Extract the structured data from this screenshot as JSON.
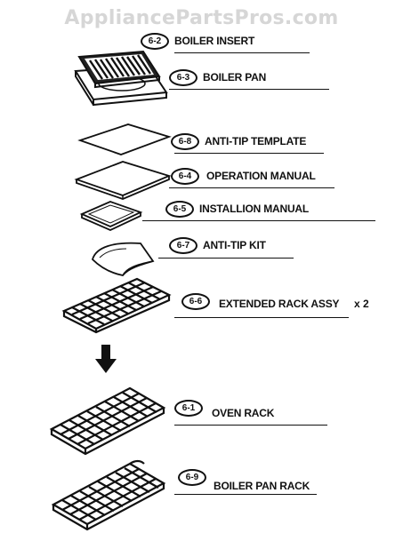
{
  "watermark": "AppliancePartsPros.com",
  "parts": [
    {
      "id": "6-2",
      "label": "BOILER INSERT",
      "icon": "broiler-insert-icon"
    },
    {
      "id": "6-3",
      "label": "BOILER PAN",
      "icon": "broiler-pan-icon"
    },
    {
      "id": "6-8",
      "label": "ANTI-TIP TEMPLATE",
      "icon": "template-sheet-icon"
    },
    {
      "id": "6-4",
      "label": "OPERATION MANUAL",
      "icon": "manual-icon"
    },
    {
      "id": "6-5",
      "label": "INSTALLION MANUAL",
      "icon": "manual-icon"
    },
    {
      "id": "6-7",
      "label": "ANTI-TIP KIT",
      "icon": "bag-icon"
    },
    {
      "id": "6-6",
      "label": "EXTENDED RACK ASSY",
      "qty": "x 2",
      "icon": "rack-icon"
    },
    {
      "id": "6-1",
      "label": "OVEN RACK",
      "icon": "rack-icon"
    },
    {
      "id": "6-9",
      "label": "BOILER PAN RACK",
      "icon": "rack-icon"
    }
  ],
  "arrow": {
    "icon": "arrow-down-icon"
  }
}
